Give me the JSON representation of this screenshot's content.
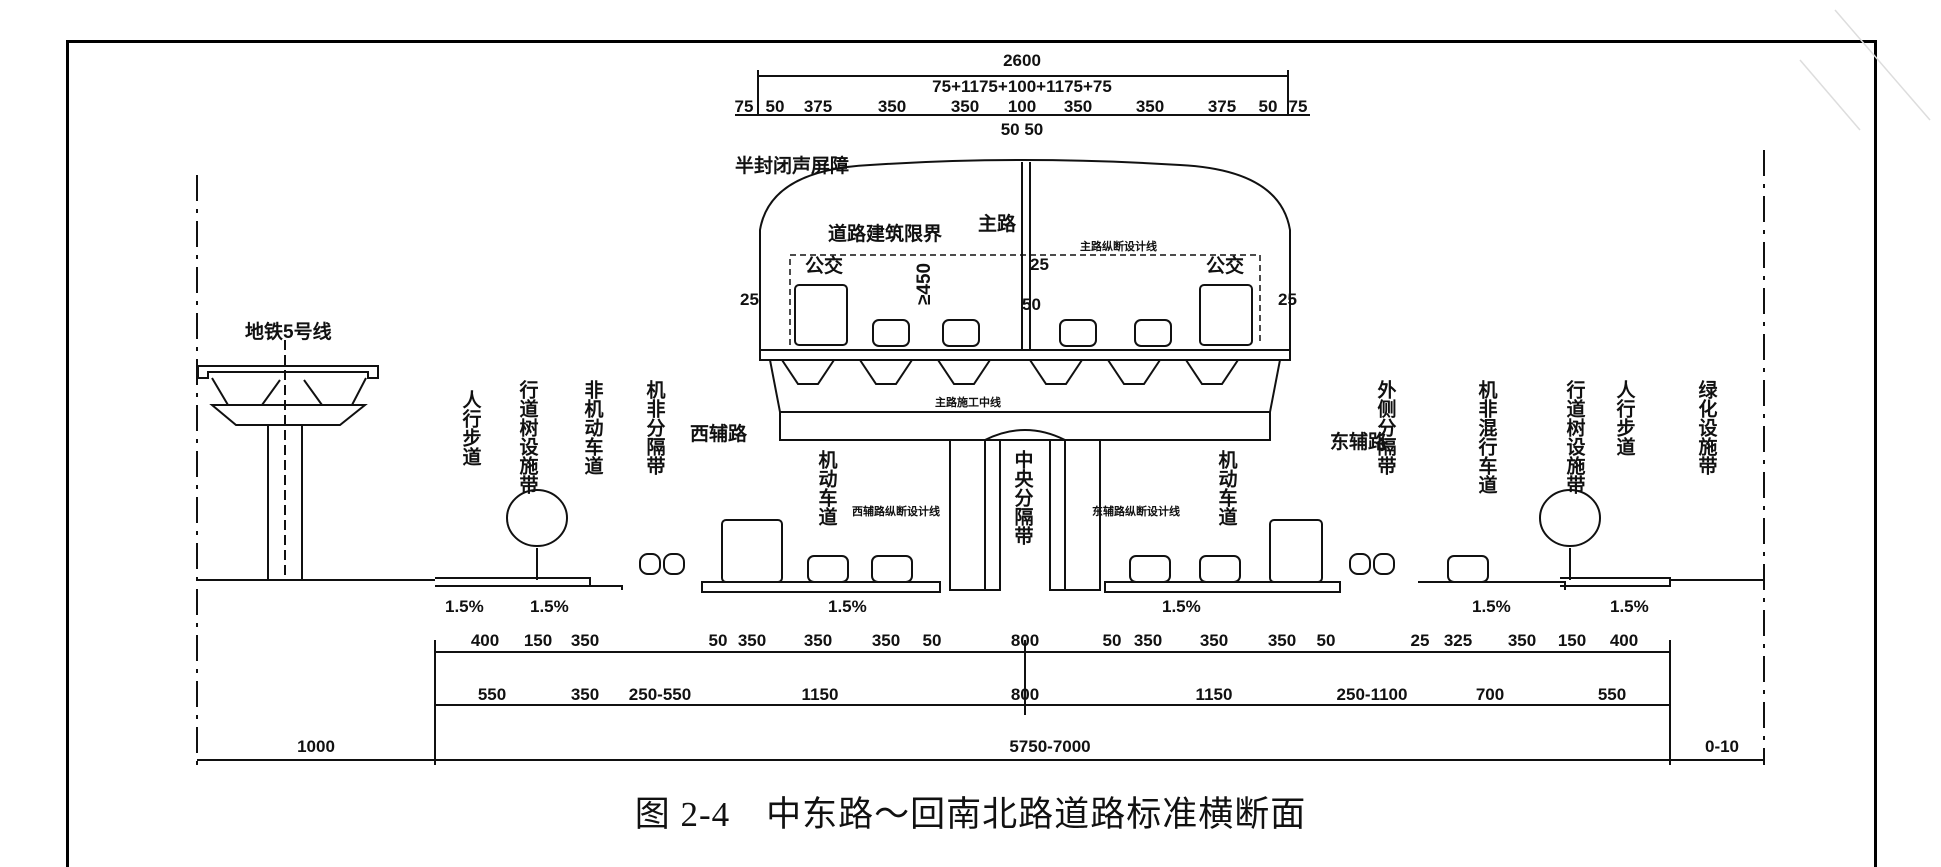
{
  "caption": "图 2-4　中东路～回南北路道路标准横断面",
  "top_dims": {
    "total": "2600",
    "formula": "75+1175+100+1175+75",
    "segments": [
      "75",
      "50",
      "375",
      "350",
      "350",
      "100",
      "350",
      "350",
      "375",
      "50",
      "75"
    ],
    "center_split": "50 50"
  },
  "labels": {
    "noise_barrier": "半封闭声屏障",
    "clearance": "道路建筑限界",
    "main_road": "主路",
    "main_profile_line": "主路纵断设计线",
    "main_construction_center": "主路施工中线",
    "bus_left": "公交",
    "bus_right": "公交",
    "clear_height": "≥450",
    "d25_left": "25",
    "d25_mid": "25",
    "d25_right": "25",
    "d50_mid": "50",
    "metro": "地铁5号线",
    "west_aux": "西辅路",
    "east_aux": "东辅路",
    "west_profile": "西辅路纵断设计线",
    "east_profile": "东辅路纵断设计线",
    "sidewalk_l": "人行步道",
    "treebelt_l": "行道树设施带",
    "nonmotor_l": "非机动车道",
    "separator_l": "机非分隔带",
    "motor_l": "机动车道",
    "median": "中央分隔带",
    "motor_r": "机动车道",
    "outer_sep": "外侧分隔带",
    "mixed_r": "机非混行车道",
    "treebelt_r": "行道树设施带",
    "sidewalk_r": "人行步道",
    "greenbelt": "绿化设施带"
  },
  "slopes": [
    "1.5%",
    "1.5%",
    "1.5%",
    "1.5%",
    "1.5%",
    "1.5%"
  ],
  "row1": [
    "400",
    "150",
    "350",
    "50",
    "350",
    "350",
    "350",
    "50",
    "800",
    "50",
    "350",
    "350",
    "350",
    "50",
    "25",
    "325",
    "350",
    "150",
    "400"
  ],
  "row2": [
    "550",
    "350",
    "250-550",
    "1150",
    "800",
    "1150",
    "250-1100",
    "700",
    "550"
  ],
  "row3": [
    "1000",
    "5750-7000",
    "0-10"
  ]
}
